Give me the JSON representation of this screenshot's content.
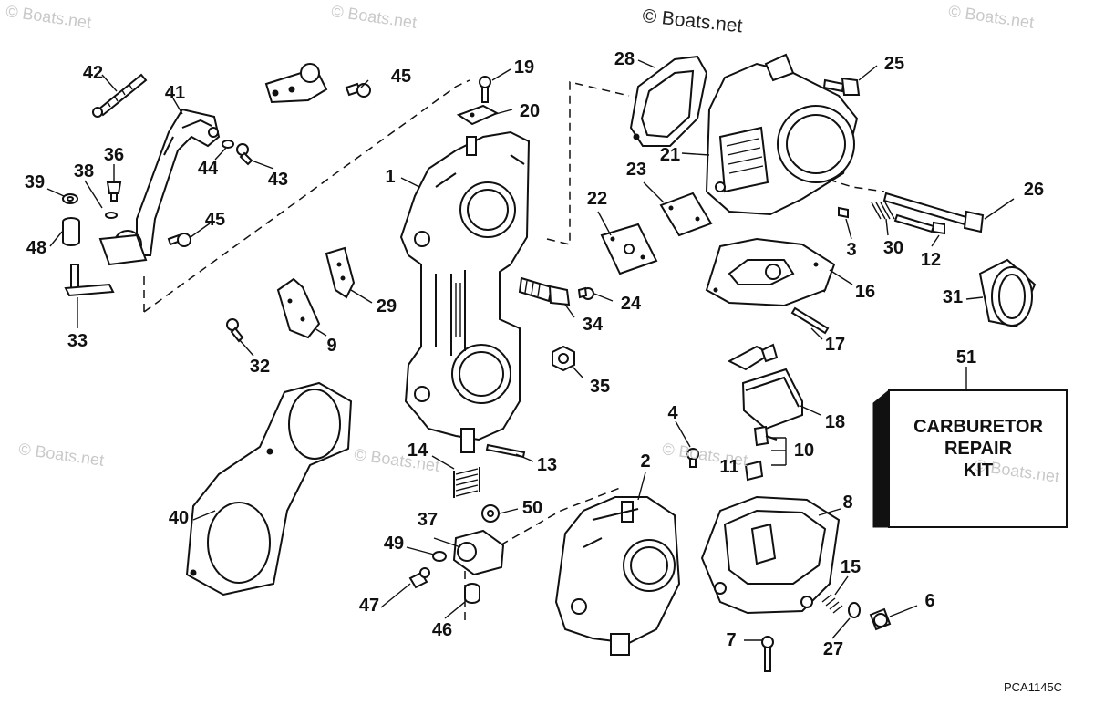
{
  "watermarks": {
    "main": "© Boats.net",
    "faint": "© Boats.net"
  },
  "kit": {
    "line1": "CARBURETOR",
    "line2": "REPAIR",
    "line3": "KIT"
  },
  "figure_code": "PCA1145C",
  "callouts": [
    {
      "id": "42",
      "label": "42"
    },
    {
      "id": "41",
      "label": "41"
    },
    {
      "id": "45a",
      "label": "45"
    },
    {
      "id": "19",
      "label": "19"
    },
    {
      "id": "20",
      "label": "20"
    },
    {
      "id": "28",
      "label": "28"
    },
    {
      "id": "25",
      "label": "25"
    },
    {
      "id": "1",
      "label": "1"
    },
    {
      "id": "36",
      "label": "36"
    },
    {
      "id": "44",
      "label": "44"
    },
    {
      "id": "43",
      "label": "43"
    },
    {
      "id": "39",
      "label": "39"
    },
    {
      "id": "38",
      "label": "38"
    },
    {
      "id": "48",
      "label": "48"
    },
    {
      "id": "45b",
      "label": "45"
    },
    {
      "id": "21",
      "label": "21"
    },
    {
      "id": "23",
      "label": "23"
    },
    {
      "id": "22",
      "label": "22"
    },
    {
      "id": "26",
      "label": "26"
    },
    {
      "id": "3",
      "label": "3"
    },
    {
      "id": "30",
      "label": "30"
    },
    {
      "id": "12",
      "label": "12"
    },
    {
      "id": "29",
      "label": "29"
    },
    {
      "id": "24",
      "label": "24"
    },
    {
      "id": "34",
      "label": "34"
    },
    {
      "id": "16",
      "label": "16"
    },
    {
      "id": "31",
      "label": "31"
    },
    {
      "id": "33",
      "label": "33"
    },
    {
      "id": "9",
      "label": "9"
    },
    {
      "id": "32",
      "label": "32"
    },
    {
      "id": "17",
      "label": "17"
    },
    {
      "id": "35",
      "label": "35"
    },
    {
      "id": "51",
      "label": "51"
    },
    {
      "id": "18",
      "label": "18"
    },
    {
      "id": "4",
      "label": "4"
    },
    {
      "id": "14",
      "label": "14"
    },
    {
      "id": "13",
      "label": "13"
    },
    {
      "id": "2",
      "label": "2"
    },
    {
      "id": "11",
      "label": "11"
    },
    {
      "id": "10",
      "label": "10"
    },
    {
      "id": "40",
      "label": "40"
    },
    {
      "id": "50",
      "label": "50"
    },
    {
      "id": "8",
      "label": "8"
    },
    {
      "id": "37",
      "label": "37"
    },
    {
      "id": "49",
      "label": "49"
    },
    {
      "id": "15",
      "label": "15"
    },
    {
      "id": "6",
      "label": "6"
    },
    {
      "id": "47",
      "label": "47"
    },
    {
      "id": "46",
      "label": "46"
    },
    {
      "id": "7",
      "label": "7"
    },
    {
      "id": "27",
      "label": "27"
    }
  ]
}
